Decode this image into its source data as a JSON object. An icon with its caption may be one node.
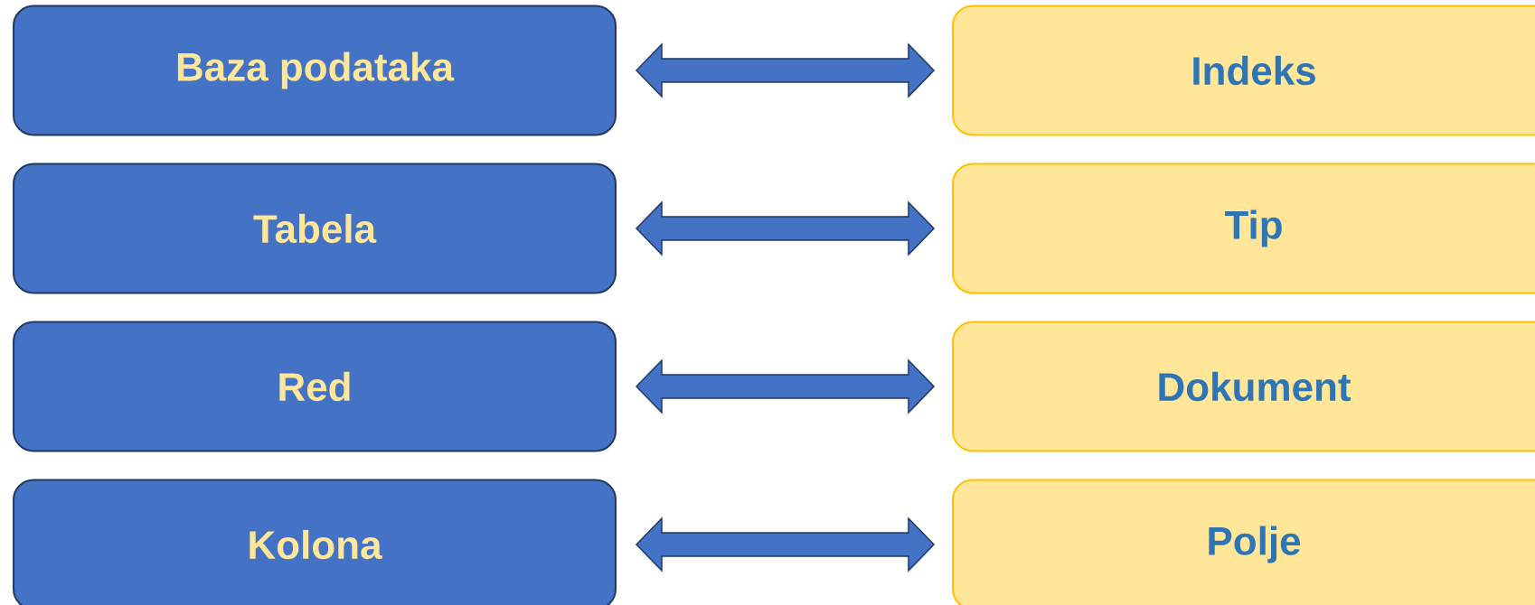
{
  "diagram": {
    "nodes": [
      {
        "text": [
          "Baza podataka"
        ]
      },
      {
        "text": [
          "Indeks"
        ]
      },
      {
        "text": [
          "Tabela"
        ]
      },
      {
        "text": [
          "Tip"
        ]
      },
      {
        "text": [
          "Red"
        ]
      },
      {
        "text": [
          "Dokument"
        ]
      },
      {
        "text": [
          "Kolona"
        ]
      },
      {
        "text": [
          "Polje"
        ]
      }
    ],
    "edges": [
      {
        "from": 0,
        "to": 1,
        "arrow": "both"
      },
      {
        "from": 2,
        "to": 3,
        "arrow": "both"
      },
      {
        "from": 4,
        "to": 5,
        "arrow": "both"
      },
      {
        "from": 6,
        "to": 7,
        "arrow": "both"
      }
    ]
  }
}
